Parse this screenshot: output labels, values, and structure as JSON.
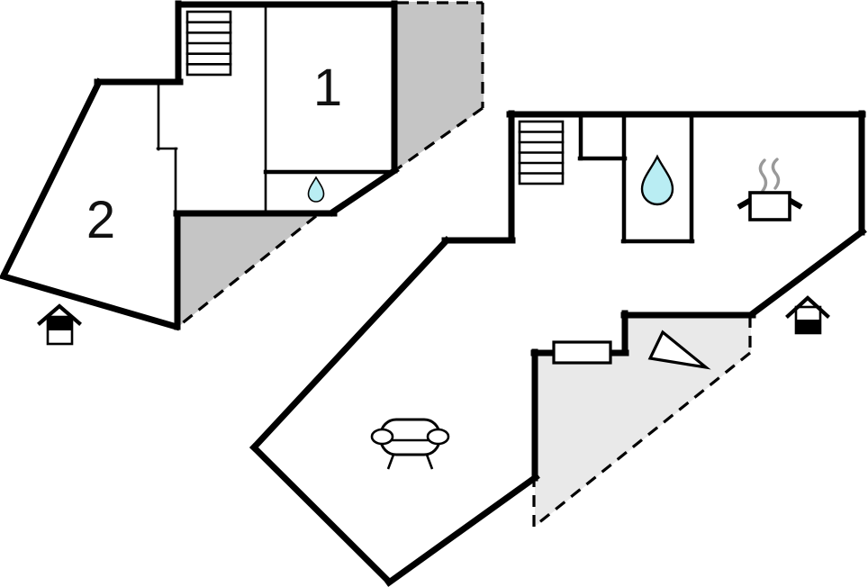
{
  "page": {
    "type": "floor-plan",
    "background": "#ffffff"
  },
  "colors": {
    "wall": "#000000",
    "shaded_dark": "#c5c5c5",
    "shaded_light": "#e9e9e9",
    "water": "#b9edf3",
    "steam": "#999999",
    "glyph_fill": "#ffffff",
    "marker_fill": "#000000"
  },
  "floors": {
    "upper": {
      "name": "upper-floor",
      "rooms": [
        {
          "label": "1"
        },
        {
          "label": "2"
        }
      ],
      "icons": [
        {
          "name": "staircase-icon",
          "treads": 6
        },
        {
          "name": "water-drop-icon",
          "size": "small"
        },
        {
          "name": "house-entrance-marker",
          "variant": "top-half-filled"
        }
      ]
    },
    "ground": {
      "name": "ground-floor",
      "rooms": [],
      "icons": [
        {
          "name": "staircase-icon",
          "treads": 6
        },
        {
          "name": "water-drop-icon",
          "size": "large"
        },
        {
          "name": "cooking-pot-icon",
          "steam_lines": 2
        },
        {
          "name": "sofa-icon"
        },
        {
          "name": "window-marker"
        },
        {
          "name": "terrace-triangle-marker"
        },
        {
          "name": "house-entrance-marker",
          "variant": "bottom-half-filled"
        }
      ]
    }
  }
}
